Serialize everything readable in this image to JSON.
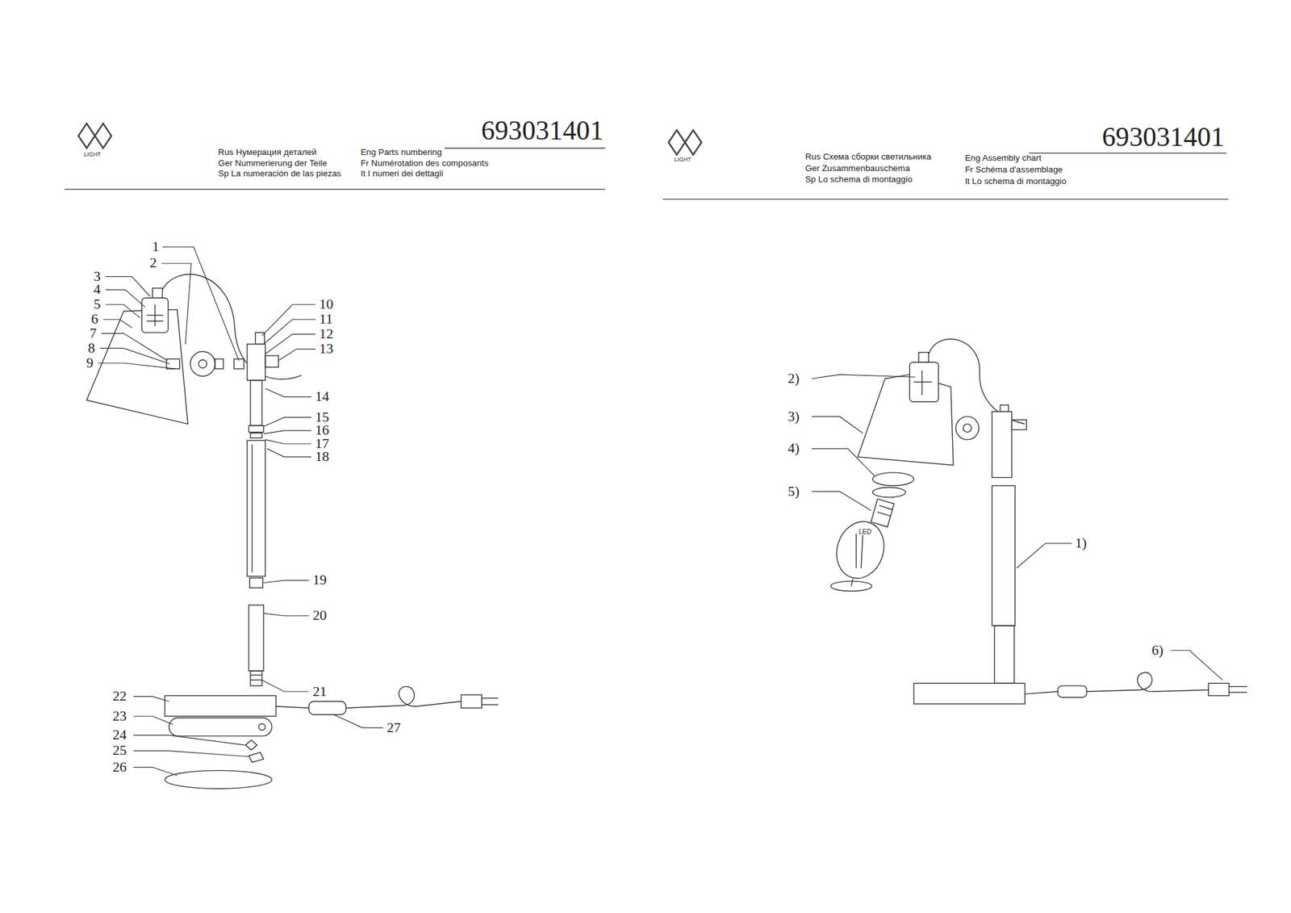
{
  "diagram": {
    "labels": [
      "LIGHT",
      "693031401",
      "Rus Нумерация деталей",
      "Ger Nummerierung der Teile",
      "Sp La numeración de las piezas",
      "Eng Parts numbering",
      "Fr Numérotation des composants",
      "It I numeri dei dettagli",
      "1",
      "2",
      "3",
      "4",
      "5",
      "6",
      "7",
      "8",
      "9",
      "10",
      "11",
      "12",
      "13",
      "14",
      "15",
      "16",
      "17",
      "18",
      "19",
      "20",
      "21",
      "22",
      "23",
      "24",
      "25",
      "26",
      "27",
      "LIGHT",
      "693031401",
      "Rus Схема сборки светильника",
      "Ger Zusammenbauschema",
      "Sp Lo schema di montaggio",
      "Eng Assembly chart",
      "Fr Schéma d'assemblage",
      "It Lo schema di montaggio",
      "2)",
      "3)",
      "4)",
      "5)",
      "1)",
      "6)",
      "LED"
    ]
  }
}
